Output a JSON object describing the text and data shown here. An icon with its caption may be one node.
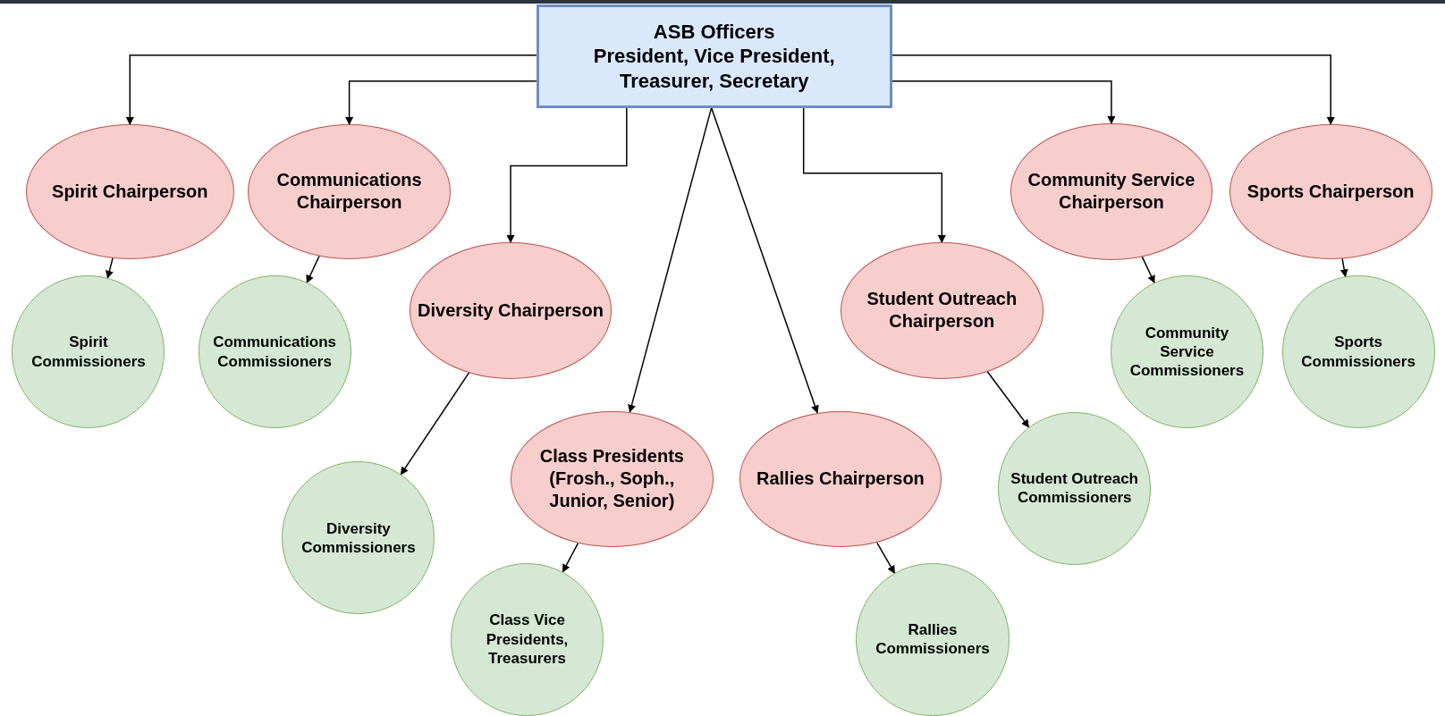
{
  "diagram": {
    "nodes": [
      {
        "text": [
          "ASB Officers",
          "President, Vice President, Treasurer, Secretary"
        ]
      },
      {
        "text": [
          "Spirit Chairperson"
        ]
      },
      {
        "text": [
          "Communications Chairperson"
        ]
      },
      {
        "text": [
          "Diversity Chairperson"
        ]
      },
      {
        "text": [
          "Class Presidents (Frosh., Soph., Junior, Senior)"
        ]
      },
      {
        "text": [
          "Rallies Chairperson"
        ]
      },
      {
        "text": [
          "Student Outreach Chairperson"
        ]
      },
      {
        "text": [
          "Community Service Chairperson"
        ]
      },
      {
        "text": [
          "Sports Chairperson"
        ]
      },
      {
        "text": [
          "Spirit Commissioners"
        ]
      },
      {
        "text": [
          "Communications Commissioners"
        ]
      },
      {
        "text": [
          "Diversity Commissioners"
        ]
      },
      {
        "text": [
          "Class Vice Presidents, Treasurers"
        ]
      },
      {
        "text": [
          "Rallies Commissioners"
        ]
      },
      {
        "text": [
          "Student Outreach Commissioners"
        ]
      },
      {
        "text": [
          "Community Service Commissioners"
        ]
      },
      {
        "text": [
          "Sports Commissioners"
        ]
      }
    ],
    "edges": [
      {
        "from": 0,
        "to": 1,
        "arrow": "to"
      },
      {
        "from": 0,
        "to": 2,
        "arrow": "to"
      },
      {
        "from": 0,
        "to": 3,
        "arrow": "to"
      },
      {
        "from": 0,
        "to": 4,
        "arrow": "to"
      },
      {
        "from": 0,
        "to": 5,
        "arrow": "to"
      },
      {
        "from": 0,
        "to": 6,
        "arrow": "to"
      },
      {
        "from": 0,
        "to": 7,
        "arrow": "to"
      },
      {
        "from": 0,
        "to": 8,
        "arrow": "to"
      },
      {
        "from": 1,
        "to": 9,
        "arrow": "to"
      },
      {
        "from": 2,
        "to": 10,
        "arrow": "to"
      },
      {
        "from": 3,
        "to": 11,
        "arrow": "to"
      },
      {
        "from": 4,
        "to": 12,
        "arrow": "to"
      },
      {
        "from": 5,
        "to": 13,
        "arrow": "to"
      },
      {
        "from": 6,
        "to": 14,
        "arrow": "to"
      },
      {
        "from": 7,
        "to": 15,
        "arrow": "to"
      },
      {
        "from": 8,
        "to": 16,
        "arrow": "to"
      }
    ]
  }
}
